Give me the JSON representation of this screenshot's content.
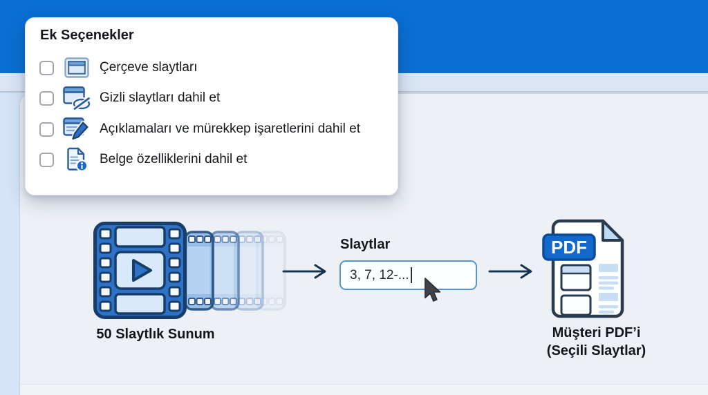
{
  "popup": {
    "title": "Ek Seçenekler",
    "options": [
      {
        "label": "Çerçeve slaytları",
        "icon": "frame-slides-icon",
        "checked": false
      },
      {
        "label": "Gizli slaytları dahil et",
        "icon": "hidden-slides-icon",
        "checked": false
      },
      {
        "label": "Açıklamaları ve mürekkep işaretlerini dahil et",
        "icon": "annotations-ink-icon",
        "checked": false
      },
      {
        "label": "Belge özelliklerini dahil et",
        "icon": "document-properties-icon",
        "checked": false
      }
    ]
  },
  "flow": {
    "source_label": "50 Slaytlık Sunum",
    "slides_label": "Slaytlar",
    "slides_value": "3, 7, 12-...",
    "pdf_badge": "PDF",
    "output_label_line1": "Müşteri PDF’i",
    "output_label_line2": "(Seçili Slaytlar)"
  },
  "colors": {
    "top_bar": "#0a6fd2",
    "sub_bar": "#dbe5f4",
    "panel_bg": "#edf1f6",
    "left_strip": "#d6e4f7",
    "film_blue": "#2e72c6",
    "outline_navy": "#173e6a",
    "light_panel": "#d9e9fa",
    "pdf_badge_blue": "#1269cb",
    "arrow": "#16334f",
    "input_border": "#5795c9"
  }
}
